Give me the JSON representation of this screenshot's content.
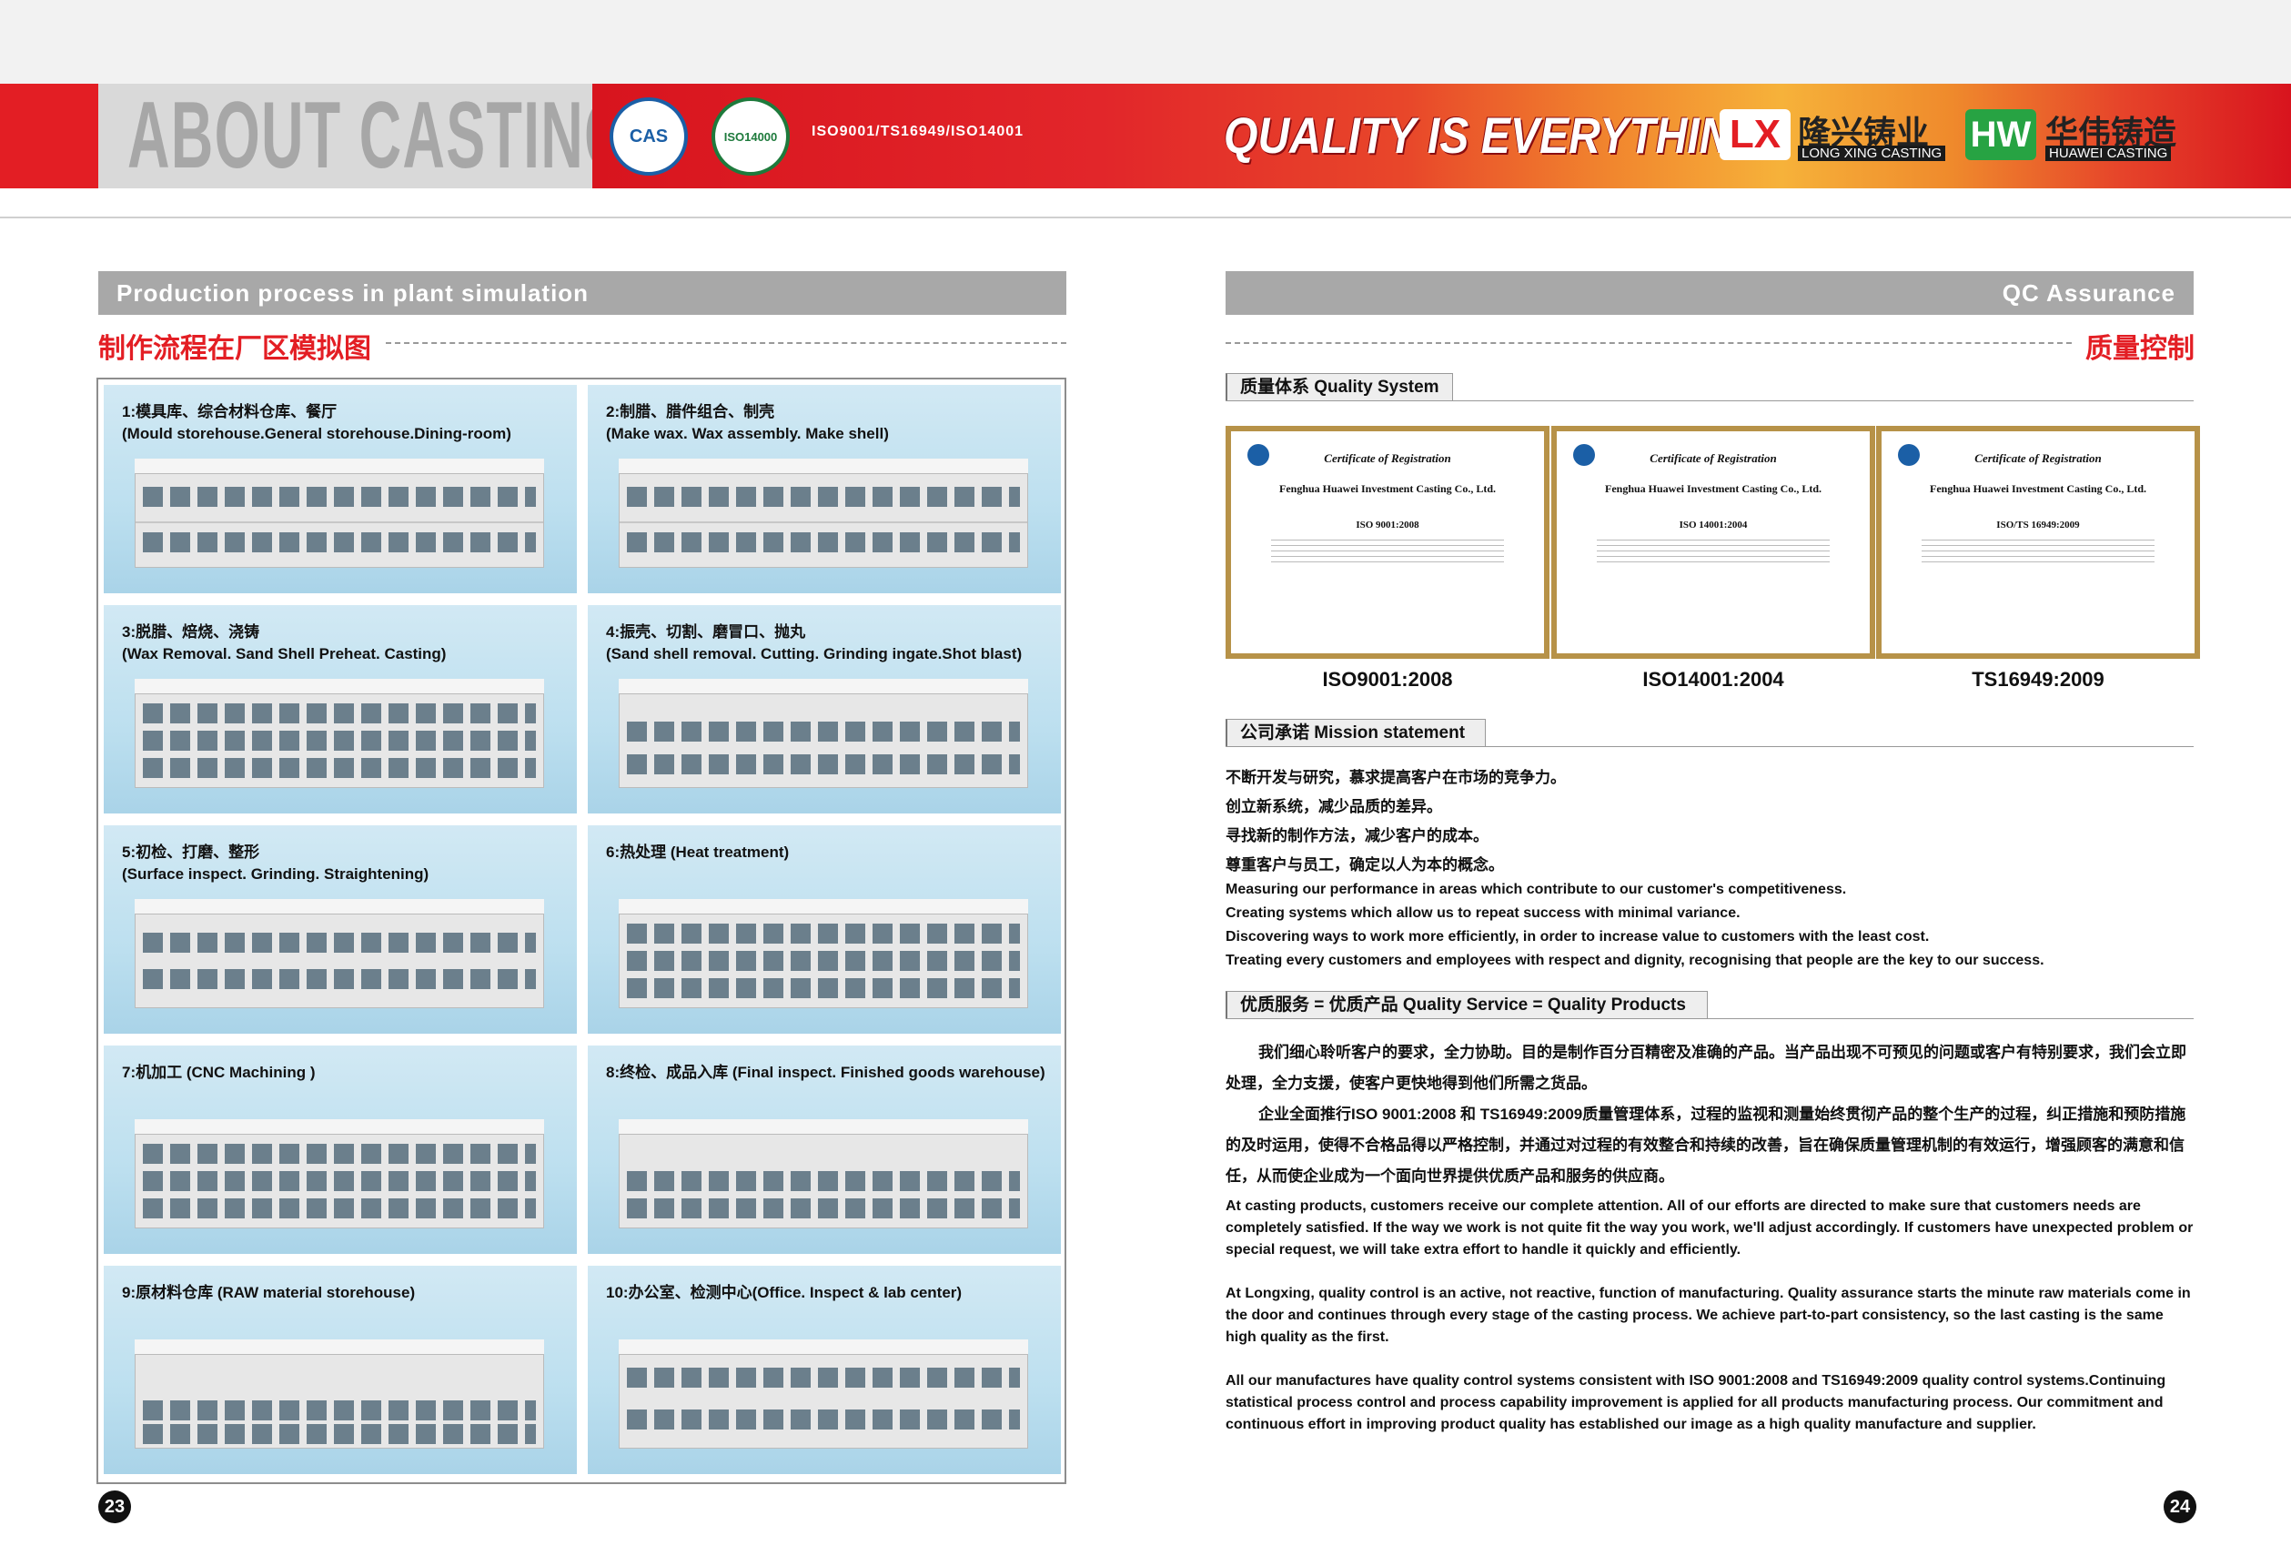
{
  "header": {
    "title": "ABOUT CASTING",
    "seal_cas": "CAS",
    "seal_iso14000": "ISO14000",
    "certifications": "ISO9001/TS16949/ISO14001",
    "slogan": "QUALITY IS EVERYTHING",
    "longxing": {
      "mark": "LX",
      "cn": "隆兴铸业",
      "en": "LONG XING CASTING"
    },
    "huawei": {
      "mark": "HW",
      "cn": "华伟铸造",
      "en": "HUAWEI CASTING"
    },
    "colors": {
      "red": "#e31e24",
      "grey": "#a8a8a8"
    }
  },
  "left": {
    "section_bar": "Production process in plant simulation",
    "title_cn": "制作流程在厂区模拟图",
    "panels": [
      {
        "cn": "1:模具库、综合材料仓库、餐厅",
        "en": "(Mould storehouse.General storehouse.Dining-room)"
      },
      {
        "cn": "2:制腊、腊件组合、制壳",
        "en": "(Make wax. Wax assembly. Make shell)"
      },
      {
        "cn": "3:脱腊、焙烧、浇铸",
        "en": "(Wax Removal. Sand Shell Preheat. Casting)"
      },
      {
        "cn": "4:振壳、切割、磨冒口、抛丸",
        "en": "(Sand shell removal. Cutting. Grinding ingate.Shot blast)"
      },
      {
        "cn": "5:初检、打磨、整形",
        "en": "(Surface inspect. Grinding. Straightening)"
      },
      {
        "cn": "6:热处理 (Heat treatment)",
        "en": ""
      },
      {
        "cn": "7:机加工 (CNC Machining )",
        "en": ""
      },
      {
        "cn": "8:终检、成品入库 (Final inspect. Finished goods warehouse)",
        "en": ""
      },
      {
        "cn": "9:原材料仓库 (RAW material storehouse)",
        "en": ""
      },
      {
        "cn": "10:办公室、检测中心(Office. Inspect & lab center)",
        "en": ""
      }
    ],
    "page_number": "23"
  },
  "right": {
    "section_bar": "QC Assurance",
    "title_cn": "质量控制",
    "quality_system": "质量体系  Quality System",
    "certificates": [
      {
        "heading": "Certificate of Registration",
        "company": "Fenghua Huawei Investment Casting Co., Ltd.",
        "standard": "ISO 9001:2008",
        "caption": "ISO9001:2008"
      },
      {
        "heading": "Certificate of Registration",
        "company": "Fenghua Huawei Investment Casting Co., Ltd.",
        "standard": "ISO 14001:2004",
        "caption": "ISO14001:2004"
      },
      {
        "heading": "Certificate of Registration",
        "company": "Fenghua Huawei Investment Casting Co., Ltd.",
        "standard": "ISO/TS 16949:2009",
        "caption": "TS16949:2009"
      }
    ],
    "mission_label": "公司承诺  Mission statement",
    "mission_cn": [
      "不断开发与研究，慕求提高客户在市场的竞争力。",
      "创立新系统，减少品质的差异。",
      " 寻找新的制作方法，减少客户的成本。",
      " 尊重客户与员工，确定以人为本的概念。"
    ],
    "mission_en": [
      "Measuring our performance in areas which contribute to our customer's competitiveness.",
      "Creating systems which allow us to repeat success with minimal variance.",
      "Discovering ways to work more efficiently, in order to increase value to customers with the least cost.",
      "Treating every customers and employees with respect and dignity, recognising that people are the key to our success."
    ],
    "service_label": "优质服务 = 优质产品  Quality Service = Quality Products",
    "cn_para1": "我们细心聆听客户的要求，全力协助。目的是制作百分百精密及准确的产品。当产品出现不可预见的问题或客户有特别要求，我们会立即处理，全力支援，使客户更快地得到他们所需之货品。",
    "cn_para2": "企业全面推行ISO 9001:2008 和 TS16949:2009质量管理体系，过程的监视和测量始终贯彻产品的整个生产的过程，纠正措施和预防措施的及时运用，使得不合格品得以严格控制，并通过对过程的有效整合和持续的改善，旨在确保质量管理机制的有效运行，增强顾客的满意和信任，从而使企业成为一个面向世界提供优质产品和服务的供应商。",
    "en_para1": "At casting products, customers receive our complete attention. All of our efforts are directed to make sure that customers needs are completely satisfied. If the way we work is not quite fit the way you work, we'll adjust accordingly. If customers have unexpected problem or special request, we will take extra effort to handle it quickly and efficiently.",
    "en_para2": "At Longxing, quality control is an active, not reactive, function of manufacturing. Quality assurance starts the minute raw materials come in the door and continues through every stage of the casting process. We achieve part-to-part consistency, so the last casting is the same high quality as the first.",
    "en_para3": "All our manufactures have quality control systems consistent with ISO 9001:2008 and TS16949:2009 quality control systems.Continuing statistical process control and process capability improvement is applied for all products manufacturing process. Our commitment and continuous effort in improving product quality has established our image as a high quality manufacture and supplier.",
    "page_number": "24"
  }
}
